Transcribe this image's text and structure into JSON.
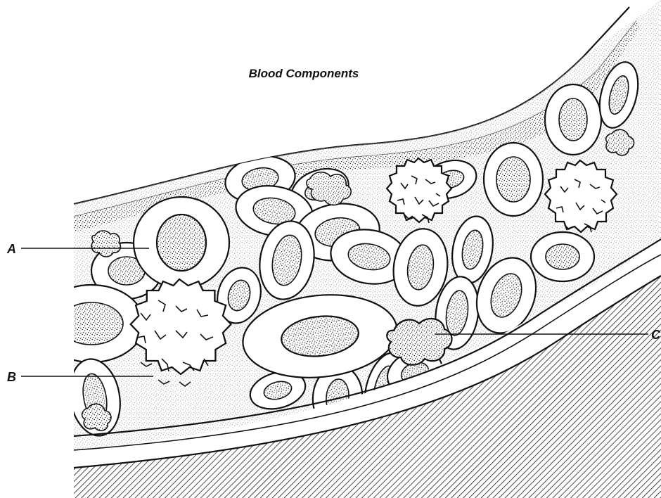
{
  "diagram": {
    "title": "Blood Components",
    "callouts": [
      {
        "id": "a",
        "label": "A"
      },
      {
        "id": "b",
        "label": "B"
      },
      {
        "id": "c",
        "label": "C"
      }
    ]
  },
  "colors": {
    "ink": "#111111",
    "background": "#ffffff"
  }
}
